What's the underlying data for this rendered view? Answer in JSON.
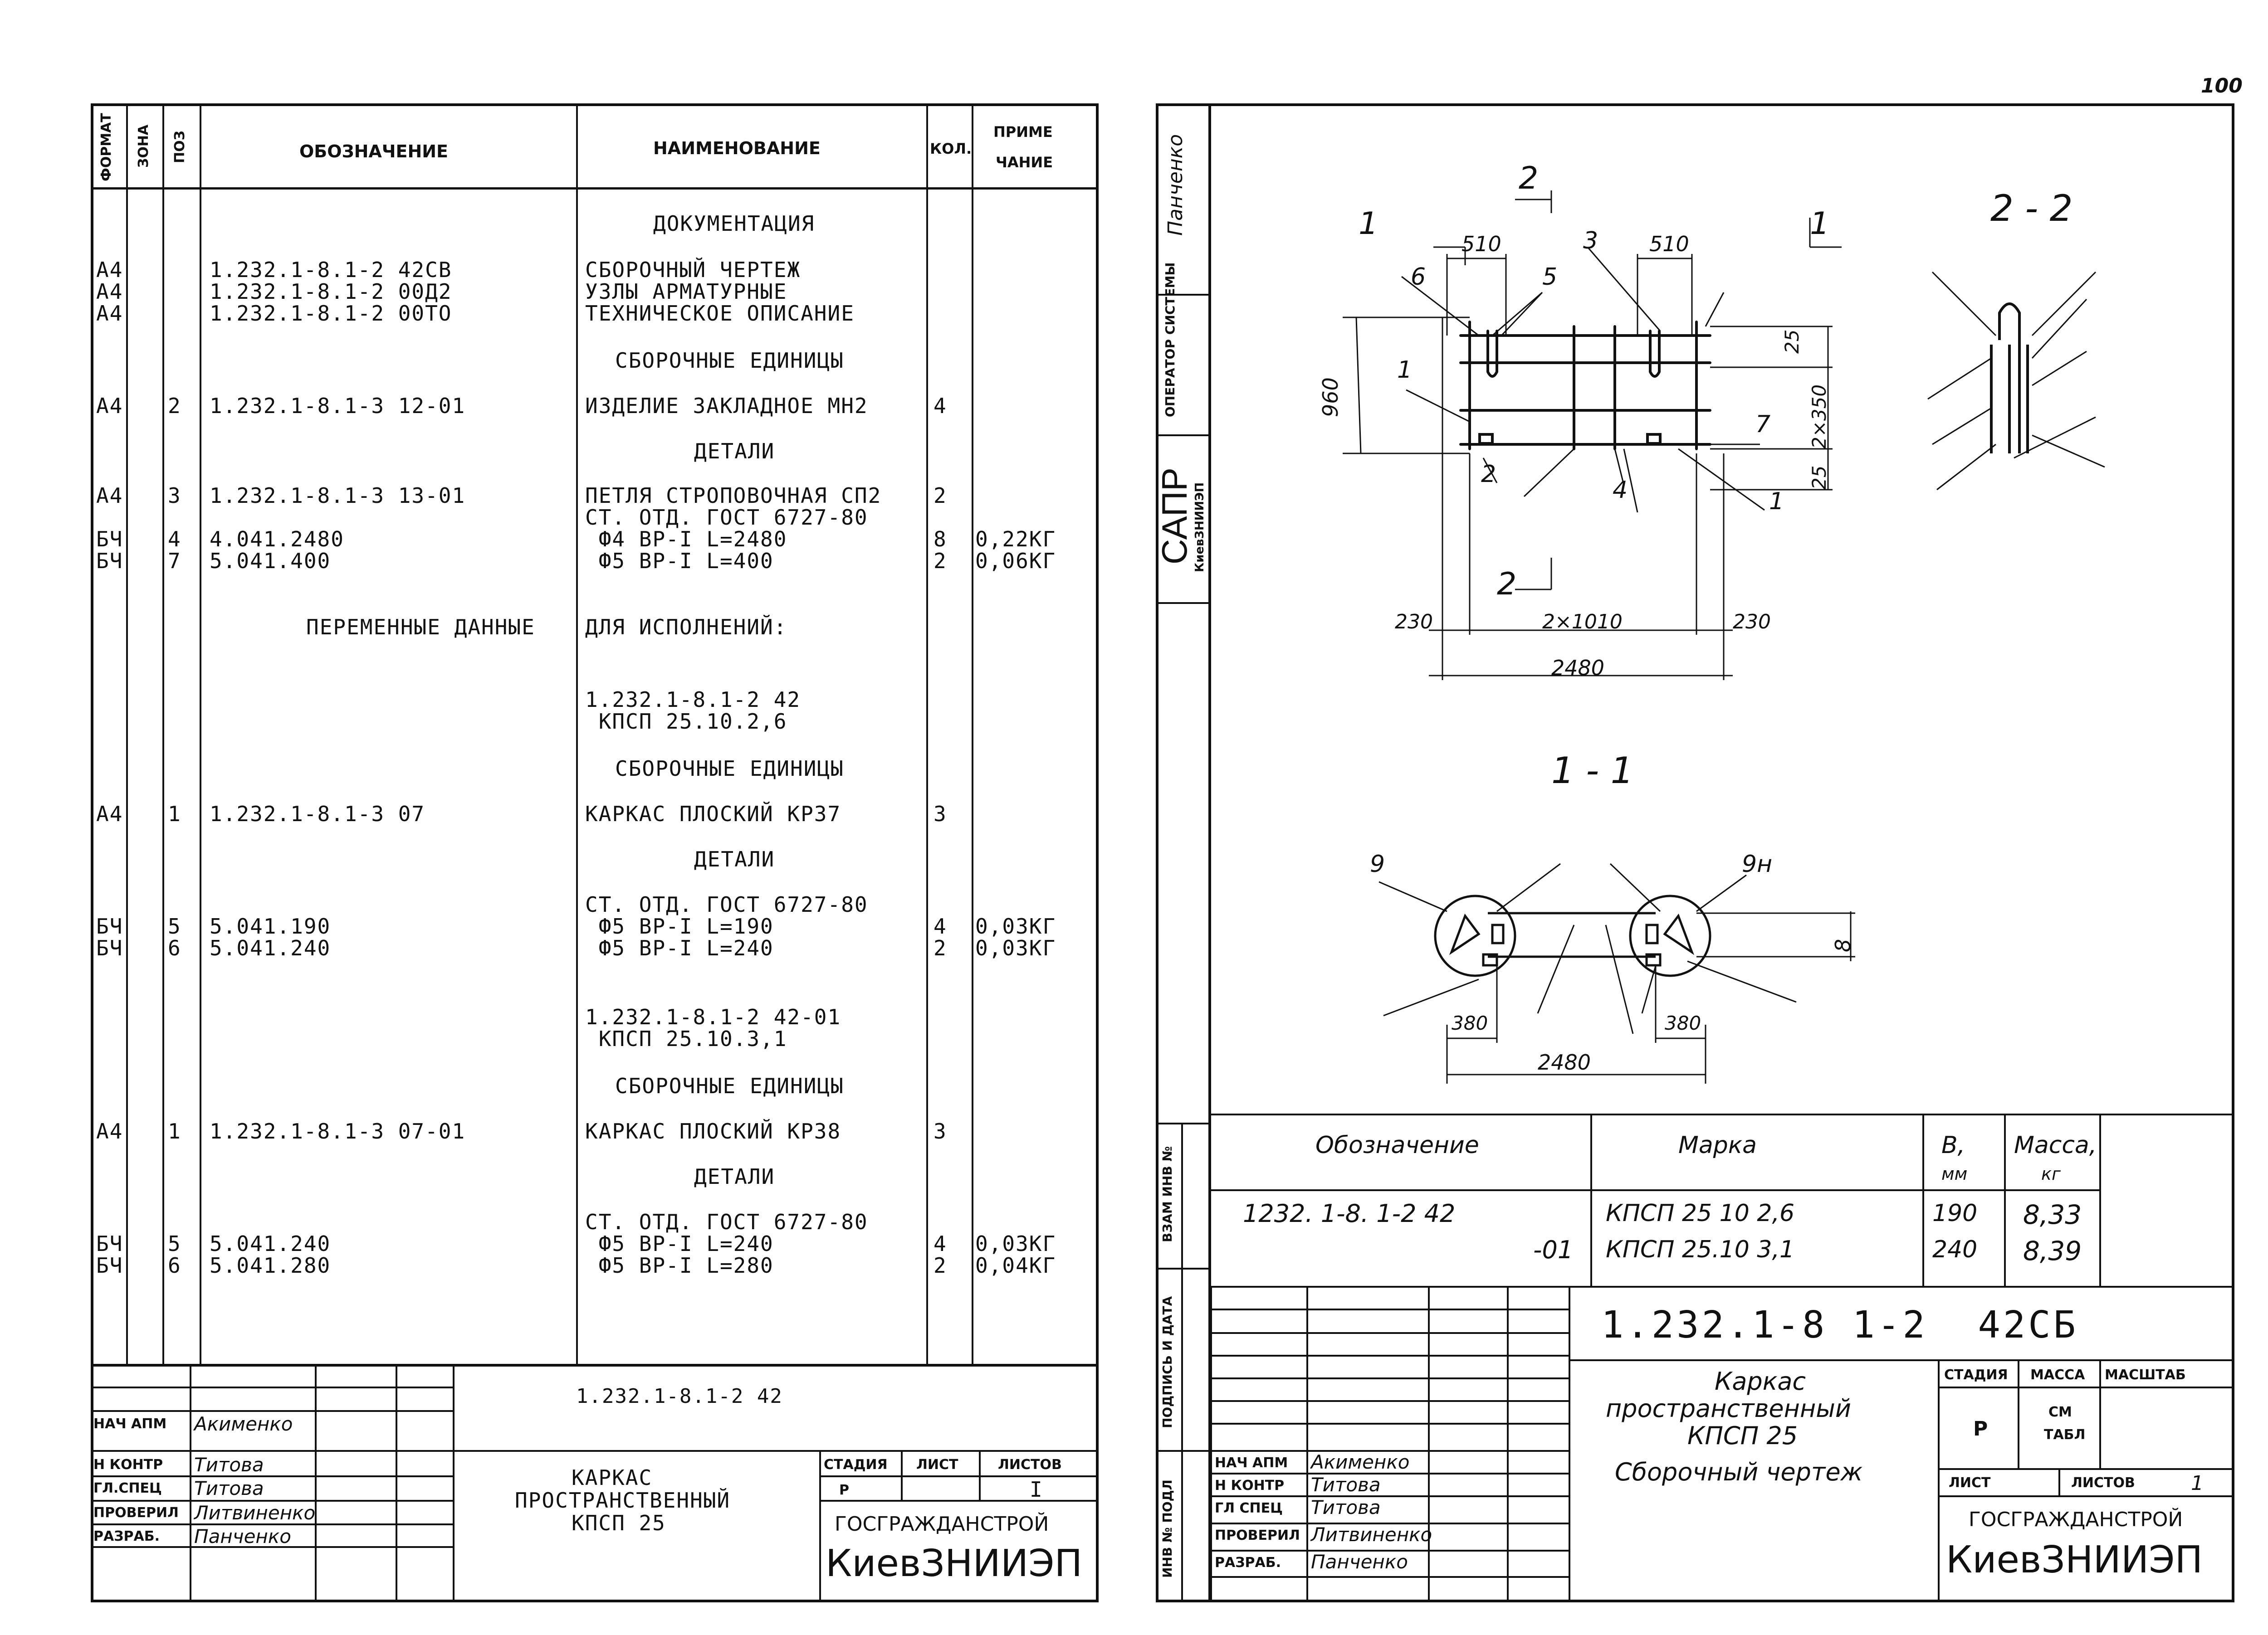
{
  "page_number": "100",
  "spec": {
    "headers": {
      "format": "ФОРМАТ",
      "zone": "ЗОНА",
      "pos": "ПОЗ",
      "designation": "ОБОЗНАЧЕНИЕ",
      "name": "НАИМЕНОВАНИЕ",
      "qty": "КОЛ.",
      "note1": "ПРИМЕ",
      "note2": "ЧАНИЕ"
    },
    "rows": [
      {
        "format": "",
        "pos": "",
        "designation": "",
        "name": "ДОКУМЕНТАЦИЯ",
        "qty": "",
        "note": ""
      },
      {
        "format": "А4",
        "pos": "",
        "designation": "1.232.1-8.1-2 42СВ",
        "name": "СБОРОЧНЫЙ ЧЕРТЕЖ",
        "qty": "",
        "note": ""
      },
      {
        "format": "А4",
        "pos": "",
        "designation": "1.232.1-8.1-2 00Д2",
        "name": "УЗЛЫ АРМАТУРНЫЕ",
        "qty": "",
        "note": ""
      },
      {
        "format": "А4",
        "pos": "",
        "designation": "1.232.1-8.1-2 00ТО",
        "name": "ТЕХНИЧЕСКОЕ ОПИСАНИЕ",
        "qty": "",
        "note": ""
      },
      {
        "format": "",
        "pos": "",
        "designation": "",
        "name": "СБОРОЧНЫЕ ЕДИНИЦЫ",
        "qty": "",
        "note": ""
      },
      {
        "format": "А4",
        "pos": "2",
        "designation": "1.232.1-8.1-3 12-01",
        "name": "ИЗДЕЛИЕ ЗАКЛАДНОЕ МН2",
        "qty": "4",
        "note": ""
      },
      {
        "format": "",
        "pos": "",
        "designation": "",
        "name": "ДЕТАЛИ",
        "qty": "",
        "note": ""
      },
      {
        "format": "А4",
        "pos": "3",
        "designation": "1.232.1-8.1-3 13-01",
        "name": "ПЕТЛЯ СТРОПОВОЧНАЯ СП2",
        "qty": "2",
        "note": ""
      },
      {
        "format": "",
        "pos": "",
        "designation": "",
        "name": "СТ. ОТД. ГОСТ 6727-80",
        "qty": "",
        "note": ""
      },
      {
        "format": "БЧ",
        "pos": "4",
        "designation": "4.041.2480",
        "name": " Ф4 ВР-I L=2480",
        "qty": "8",
        "note": "0,22КГ"
      },
      {
        "format": "БЧ",
        "pos": "7",
        "designation": "5.041.400",
        "name": " Ф5 ВР-I L=400",
        "qty": "2",
        "note": "0,06КГ"
      },
      {
        "format": "",
        "pos": "",
        "designation": "ПЕРЕМЕННЫЕ ДАННЫЕ",
        "name": "ДЛЯ ИСПОЛНЕНИЙ:",
        "qty": "",
        "note": ""
      },
      {
        "format": "",
        "pos": "",
        "designation": "",
        "name": "1.232.1-8.1-2 42",
        "qty": "",
        "note": ""
      },
      {
        "format": "",
        "pos": "",
        "designation": "",
        "name": " КПСП 25.10.2,6",
        "qty": "",
        "note": ""
      },
      {
        "format": "",
        "pos": "",
        "designation": "",
        "name": "СБОРОЧНЫЕ ЕДИНИЦЫ",
        "qty": "",
        "note": ""
      },
      {
        "format": "А4",
        "pos": "1",
        "designation": "1.232.1-8.1-3 07",
        "name": "КАРКАС ПЛОСКИЙ КР37",
        "qty": "3",
        "note": ""
      },
      {
        "format": "",
        "pos": "",
        "designation": "",
        "name": "ДЕТАЛИ",
        "qty": "",
        "note": ""
      },
      {
        "format": "",
        "pos": "",
        "designation": "",
        "name": "СТ. ОТД. ГОСТ 6727-80",
        "qty": "",
        "note": ""
      },
      {
        "format": "БЧ",
        "pos": "5",
        "designation": "5.041.190",
        "name": " Ф5 ВР-I L=190",
        "qty": "4",
        "note": "0,03КГ"
      },
      {
        "format": "БЧ",
        "pos": "6",
        "designation": "5.041.240",
        "name": " Ф5 ВР-I L=240",
        "qty": "2",
        "note": "0,03КГ"
      },
      {
        "format": "",
        "pos": "",
        "designation": "",
        "name": "1.232.1-8.1-2 42-01",
        "qty": "",
        "note": ""
      },
      {
        "format": "",
        "pos": "",
        "designation": "",
        "name": " КПСП 25.10.3,1",
        "qty": "",
        "note": ""
      },
      {
        "format": "",
        "pos": "",
        "designation": "",
        "name": "СБОРОЧНЫЕ ЕДИНИЦЫ",
        "qty": "",
        "note": ""
      },
      {
        "format": "А4",
        "pos": "1",
        "designation": "1.232.1-8.1-3 07-01",
        "name": "КАРКАС ПЛОСКИЙ КР38",
        "qty": "3",
        "note": ""
      },
      {
        "format": "",
        "pos": "",
        "designation": "",
        "name": "ДЕТАЛИ",
        "qty": "",
        "note": ""
      },
      {
        "format": "",
        "pos": "",
        "designation": "",
        "name": "СТ. ОТД. ГОСТ 6727-80",
        "qty": "",
        "note": ""
      },
      {
        "format": "БЧ",
        "pos": "5",
        "designation": "5.041.240",
        "name": " Ф5 ВР-I L=240",
        "qty": "4",
        "note": "0,03КГ"
      },
      {
        "format": "БЧ",
        "pos": "6",
        "designation": "5.041.280",
        "name": " Ф5 ВР-I L=280",
        "qty": "2",
        "note": "0,04КГ"
      }
    ]
  },
  "left_title_block": {
    "code": "1.232.1-8.1-2 42",
    "title_lines": [
      "КАРКАС",
      "ПРОСТРАНСТВЕННЫЙ",
      "КПСП 25"
    ],
    "stage_label": "СТАДИЯ",
    "sheet_label": "ЛИСТ",
    "sheets_label": "ЛИСТОВ",
    "stage": "Р",
    "sheet": "",
    "sheets": "I",
    "org1": "ГОСГРАЖДАНСТРОЙ",
    "org2": "КиевЗНИИЭП",
    "people": [
      {
        "role": "НАЧ АПМ",
        "name": "Акименко"
      },
      {
        "role": "Н КОНТР",
        "name": "Титова"
      },
      {
        "role": "ГЛ.СПЕЦ",
        "name": "Титова"
      },
      {
        "role": "ПРОВЕРИЛ",
        "name": "Литвиненко"
      },
      {
        "role": "РАЗРАБ.",
        "name": "Панченко"
      }
    ]
  },
  "side_strip": {
    "operator_name": "Панченко",
    "operator_label": "ОПЕРАТОР СИСТЕМЫ",
    "sapr": "САПР",
    "institute": "КиевЗНИИЭП",
    "inv_replace": "ВЗАМ ИНВ №",
    "sign_date": "ПОДПИСЬ И ДАТА",
    "inv_orig": "ИНВ № ПОДЛ"
  },
  "drawing": {
    "section_2_2": "2 - 2",
    "section_1_1": "1 - 1",
    "labels": [
      "510",
      "510",
      "25",
      "960",
      "2×350",
      "25",
      "230",
      "2×1010",
      "230",
      "2480",
      "380",
      "380",
      "2480",
      "8"
    ],
    "callouts": [
      "1",
      "1",
      "2",
      "3",
      "4",
      "5",
      "6",
      "7",
      "9",
      "9н"
    ],
    "cut_marks": [
      "2",
      "2",
      "1",
      "1"
    ]
  },
  "variants_table": {
    "headers": {
      "designation": "Обозначение",
      "mark": "Марка",
      "b": "В,",
      "b_unit": "мм",
      "mass": "Масса,",
      "mass_unit": "кг"
    },
    "rows": [
      {
        "designation": "1232. 1-8. 1-2 42",
        "mark": "КПСП 25 10 2,6",
        "b": "190",
        "mass": "8,33"
      },
      {
        "designation": "-01",
        "mark": "КПСП 25.10 3,1",
        "b": "240",
        "mass": "8,39"
      }
    ]
  },
  "right_title_block": {
    "code": "1.232.1-8 1-2  42СБ",
    "title_lines": [
      "Каркас",
      "пространственный",
      "КПСП 25"
    ],
    "subtitle": "Сборочный чертеж",
    "stage_label": "СТАДИЯ",
    "mass_label": "МАССА",
    "scale_label": "МАСШТАБ",
    "stage": "Р",
    "mass_note": "СМ",
    "mass_note2": "ТАБЛ",
    "sheet_label": "ЛИСТ",
    "sheets_label": "ЛИСТОВ",
    "sheets": "1",
    "org1": "ГОСГРАЖДАНСТРОЙ",
    "org2": "КиевЗНИИЭП",
    "people": [
      {
        "role": "НАЧ АПМ",
        "name": "Акименко"
      },
      {
        "role": "Н КОНТР",
        "name": "Титова"
      },
      {
        "role": "ГЛ СПЕЦ",
        "name": "Титова"
      },
      {
        "role": "ПРОВЕРИЛ",
        "name": "Литвиненко"
      },
      {
        "role": "РАЗРАБ.",
        "name": "Панченко"
      }
    ]
  }
}
